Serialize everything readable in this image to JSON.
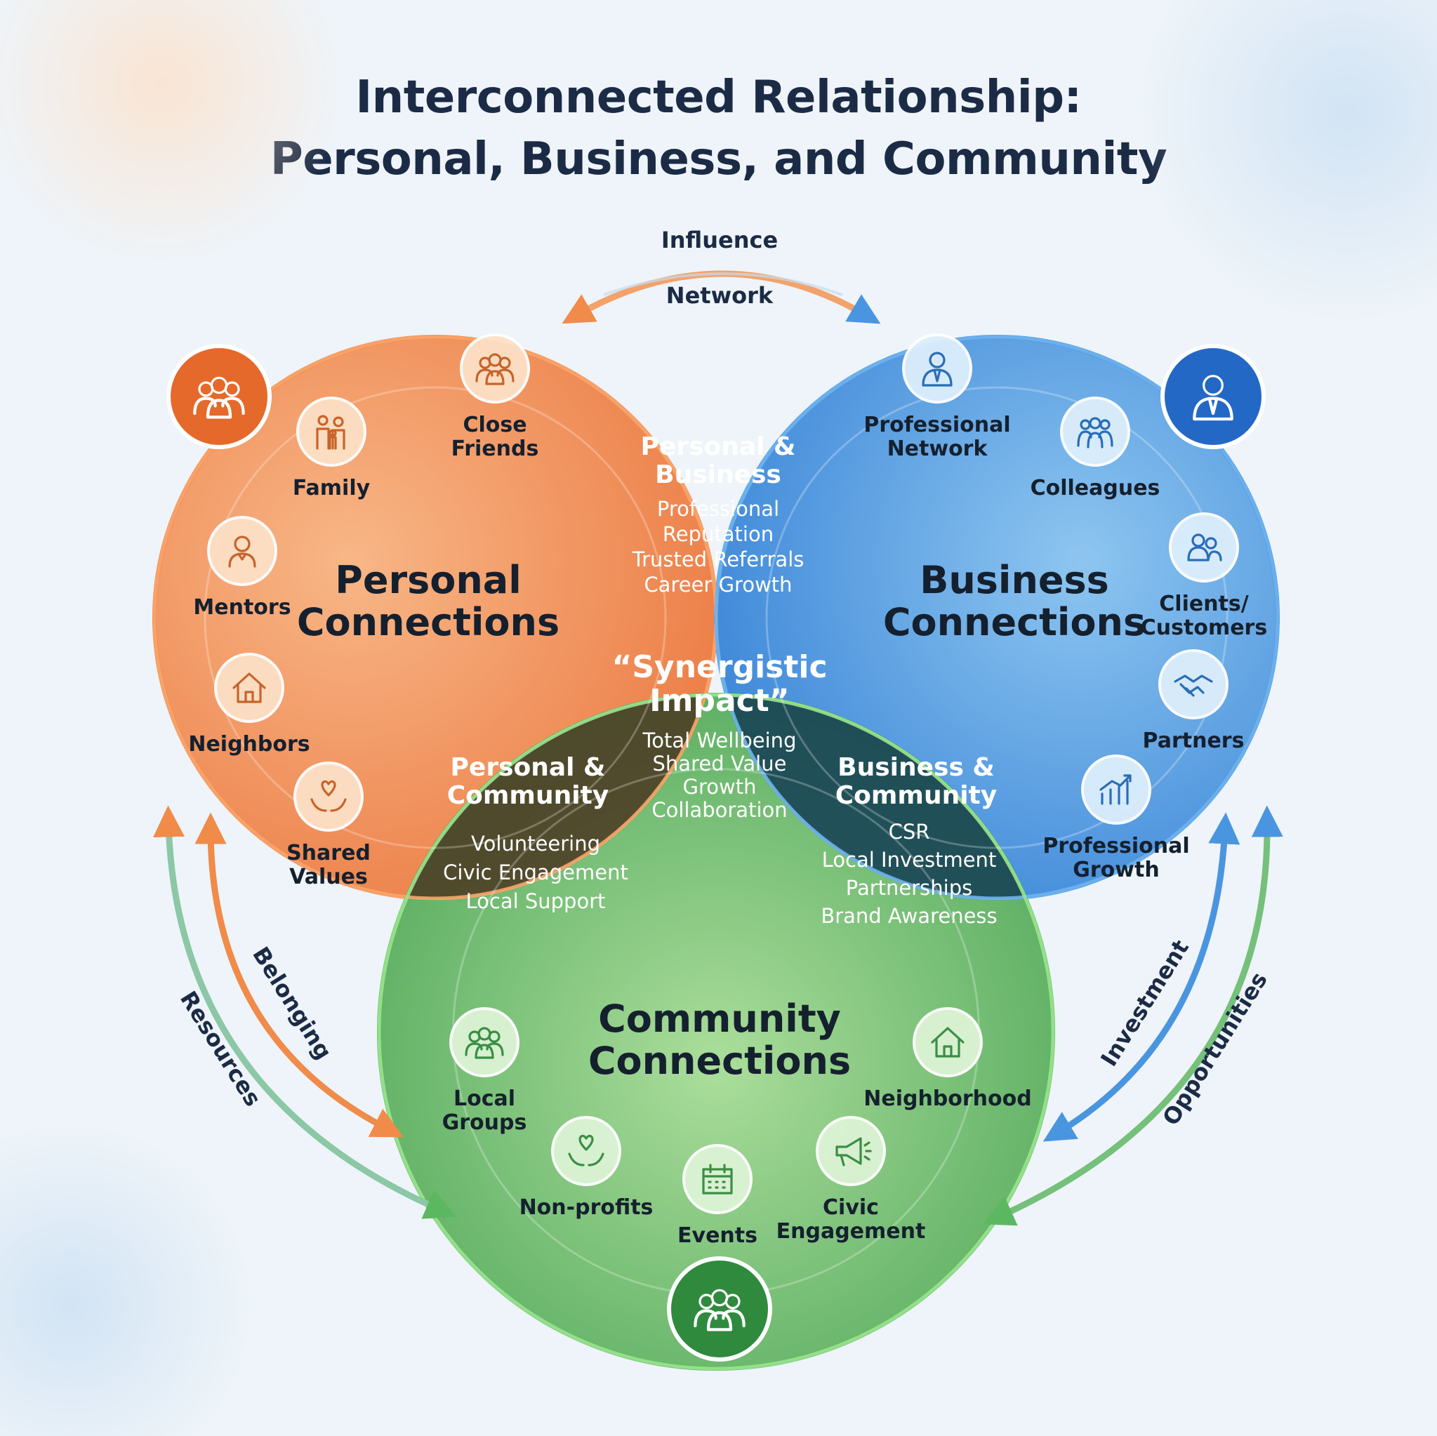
{
  "title": {
    "line1": "Interconnected Relationship:",
    "line2": "Personal, Business, and Community"
  },
  "colors": {
    "personal": "#f07c3c",
    "business": "#3d8fdf",
    "community": "#4caf50",
    "title": "#1c2b45",
    "overlap_dark": "#1e3347"
  },
  "circles": {
    "personal": {
      "title": [
        "Personal",
        "Connections"
      ],
      "badge_icon": "people-icon",
      "items": [
        {
          "label": [
            "Close",
            "Friends"
          ],
          "icon": "group-icon"
        },
        {
          "label": [
            "Family"
          ],
          "icon": "family-icon"
        },
        {
          "label": [
            "Mentors"
          ],
          "icon": "person-icon"
        },
        {
          "label": [
            "Neighbors"
          ],
          "icon": "house-icon"
        },
        {
          "label": [
            "Shared",
            "Values"
          ],
          "icon": "heart-hands-icon"
        }
      ]
    },
    "business": {
      "title": [
        "Business",
        "Connections"
      ],
      "badge_icon": "businessman-icon",
      "items": [
        {
          "label": [
            "Professional",
            "Network"
          ],
          "icon": "businessman-icon"
        },
        {
          "label": [
            "Colleagues"
          ],
          "icon": "team-icon"
        },
        {
          "label": [
            "Clients/",
            "Customers"
          ],
          "icon": "clients-icon"
        },
        {
          "label": [
            "Partners"
          ],
          "icon": "handshake-icon"
        },
        {
          "label": [
            "Professional",
            "Growth"
          ],
          "icon": "growth-chart-icon"
        }
      ]
    },
    "community": {
      "title": [
        "Community",
        "Connections"
      ],
      "badge_icon": "community-icon",
      "items": [
        {
          "label": [
            "Local",
            "Groups"
          ],
          "icon": "group-icon"
        },
        {
          "label": [
            "Neighborhood"
          ],
          "icon": "house-icon"
        },
        {
          "label": [
            "Non-profits"
          ],
          "icon": "heart-hands-icon"
        },
        {
          "label": [
            "Events"
          ],
          "icon": "calendar-icon"
        },
        {
          "label": [
            "Civic",
            "Engagement"
          ],
          "icon": "megaphone-icon"
        }
      ]
    }
  },
  "overlaps": {
    "personal_business": {
      "title": [
        "Personal &",
        "Business"
      ],
      "items": [
        "Professional",
        "Reputation",
        "Trusted Referrals",
        "Career Growth"
      ]
    },
    "personal_community": {
      "title": [
        "Personal &",
        "Community"
      ],
      "items": [
        "Volunteering",
        "Civic Engagement",
        "Local Support"
      ]
    },
    "business_community": {
      "title": [
        "Business &",
        "Community"
      ],
      "items": [
        "CSR",
        "Local Investment",
        "Partnerships",
        "Brand Awareness"
      ]
    },
    "center": {
      "title": [
        "“Synergistic",
        "Impact”"
      ],
      "items": [
        "Total Wellbeing",
        "Shared Value",
        "Growth",
        "Collaboration"
      ]
    }
  },
  "flows": {
    "top": [
      "Influence",
      "Network"
    ],
    "left": [
      "Belonging",
      "Resources"
    ],
    "right": [
      "Investment",
      "Opportunities"
    ]
  }
}
